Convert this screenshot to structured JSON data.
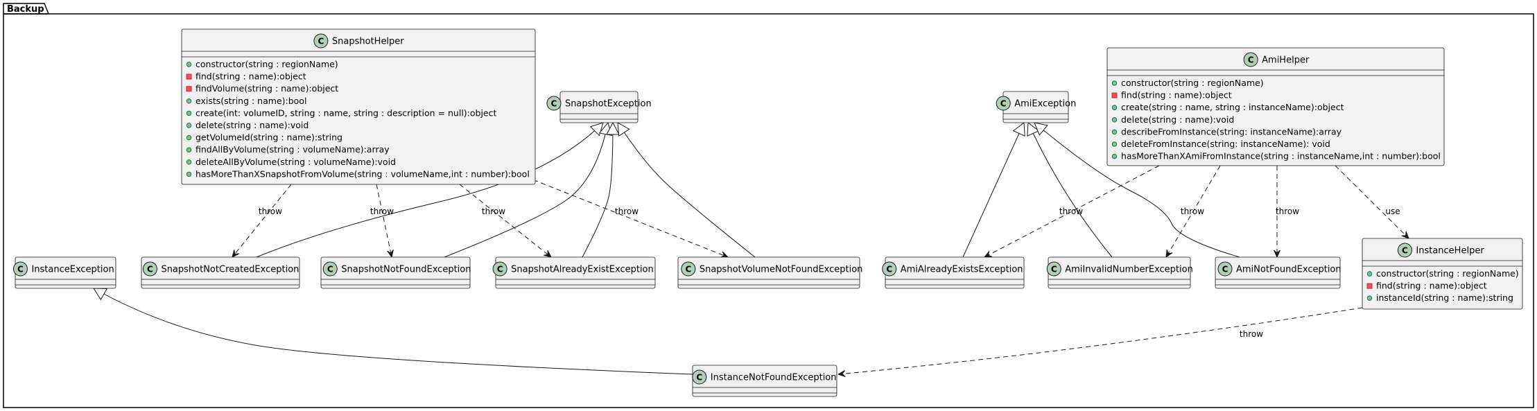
{
  "package": {
    "name": "Backup"
  },
  "classes": {
    "SnapshotHelper": {
      "name": "SnapshotHelper",
      "members": [
        {
          "vis": "public",
          "text": "constructor(string : regionName)"
        },
        {
          "vis": "private",
          "text": "find(string : name):object"
        },
        {
          "vis": "private",
          "text": "findVolume(string : name):object"
        },
        {
          "vis": "public",
          "text": "exists(string : name):bool"
        },
        {
          "vis": "public",
          "text": "create(int: volumeID, string : name, string : description = null):object"
        },
        {
          "vis": "public",
          "text": "delete(string : name):void"
        },
        {
          "vis": "public",
          "text": "getVolumeId(string : name):string"
        },
        {
          "vis": "public",
          "text": "findAllByVolume(string : volumeName):array"
        },
        {
          "vis": "public",
          "text": "deleteAllByVolume(string : volumeName):void"
        },
        {
          "vis": "public",
          "text": "hasMoreThanXSnapshotFromVolume(string : volumeName,int : number):bool"
        }
      ]
    },
    "AmiHelper": {
      "name": "AmiHelper",
      "members": [
        {
          "vis": "public",
          "text": "constructor(string : regionName)"
        },
        {
          "vis": "private",
          "text": "find(string : name):object"
        },
        {
          "vis": "public",
          "text": "create(string : name, string : instanceName):object"
        },
        {
          "vis": "public",
          "text": "delete(string : name):void"
        },
        {
          "vis": "public",
          "text": "describeFromInstance(string: instanceName):array"
        },
        {
          "vis": "public",
          "text": "deleteFromInstance(string: instanceName): void"
        },
        {
          "vis": "public",
          "text": "hasMoreThanXAmiFromInstance(string : instanceName,int : number):bool"
        }
      ]
    },
    "InstanceHelper": {
      "name": "InstanceHelper",
      "members": [
        {
          "vis": "public",
          "text": "constructor(string : regionName)"
        },
        {
          "vis": "private",
          "text": "find(string : name):object"
        },
        {
          "vis": "public",
          "text": "instanceId(string : name):string"
        }
      ]
    },
    "SnapshotException": {
      "name": "SnapshotException",
      "members": []
    },
    "AmiException": {
      "name": "AmiException",
      "members": []
    },
    "InstanceException": {
      "name": "InstanceException",
      "members": []
    },
    "SnapshotNotCreatedException": {
      "name": "SnapshotNotCreatedException",
      "members": []
    },
    "SnapshotNotFoundException": {
      "name": "SnapshotNotFoundException",
      "members": []
    },
    "SnapshotAlreadyExistException": {
      "name": "SnapshotAlreadyExistException",
      "members": []
    },
    "SnapshotVolumeNotFoundException": {
      "name": "SnapshotVolumeNotFoundException",
      "members": []
    },
    "AmiAlreadyExistsException": {
      "name": "AmiAlreadyExistsException",
      "members": []
    },
    "AmiInvalidNumberException": {
      "name": "AmiInvalidNumberException",
      "members": []
    },
    "AmiNotFoundException": {
      "name": "AmiNotFoundException",
      "members": []
    },
    "InstanceNotFoundException": {
      "name": "InstanceNotFoundException",
      "members": []
    }
  },
  "relations": [
    {
      "from": "SnapshotHelper",
      "to": "SnapshotNotCreatedException",
      "kind": "dependency",
      "label": "throw"
    },
    {
      "from": "SnapshotHelper",
      "to": "SnapshotNotFoundException",
      "kind": "dependency",
      "label": "throw"
    },
    {
      "from": "SnapshotHelper",
      "to": "SnapshotAlreadyExistException",
      "kind": "dependency",
      "label": "throw"
    },
    {
      "from": "SnapshotHelper",
      "to": "SnapshotVolumeNotFoundException",
      "kind": "dependency",
      "label": "throw"
    },
    {
      "from": "SnapshotNotCreatedException",
      "to": "SnapshotException",
      "kind": "inheritance",
      "label": ""
    },
    {
      "from": "SnapshotNotFoundException",
      "to": "SnapshotException",
      "kind": "inheritance",
      "label": ""
    },
    {
      "from": "SnapshotAlreadyExistException",
      "to": "SnapshotException",
      "kind": "inheritance",
      "label": ""
    },
    {
      "from": "SnapshotVolumeNotFoundException",
      "to": "SnapshotException",
      "kind": "inheritance",
      "label": ""
    },
    {
      "from": "AmiHelper",
      "to": "AmiAlreadyExistsException",
      "kind": "dependency",
      "label": "throw"
    },
    {
      "from": "AmiHelper",
      "to": "AmiInvalidNumberException",
      "kind": "dependency",
      "label": "throw"
    },
    {
      "from": "AmiHelper",
      "to": "AmiNotFoundException",
      "kind": "dependency",
      "label": "throw"
    },
    {
      "from": "AmiHelper",
      "to": "InstanceHelper",
      "kind": "dependency",
      "label": "use"
    },
    {
      "from": "AmiAlreadyExistsException",
      "to": "AmiException",
      "kind": "inheritance",
      "label": ""
    },
    {
      "from": "AmiInvalidNumberException",
      "to": "AmiException",
      "kind": "inheritance",
      "label": ""
    },
    {
      "from": "AmiNotFoundException",
      "to": "AmiException",
      "kind": "inheritance",
      "label": ""
    },
    {
      "from": "InstanceHelper",
      "to": "InstanceNotFoundException",
      "kind": "dependency",
      "label": "throw"
    },
    {
      "from": "InstanceNotFoundException",
      "to": "InstanceException",
      "kind": "inheritance",
      "label": ""
    }
  ],
  "colors": {
    "class_fill": "#f1f1f1",
    "class_border": "#181818",
    "class_spot": "#add1b2",
    "public_member": "#84be84",
    "private_member": "#f24d5c"
  }
}
